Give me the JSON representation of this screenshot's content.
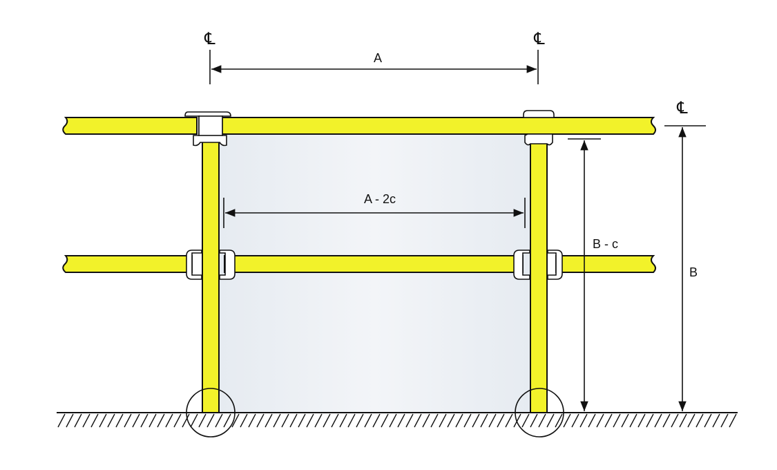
{
  "labels": {
    "a": "A",
    "a_minus_2c": "A - 2c",
    "b_minus_c": "B - c",
    "b": "B",
    "centerline": "℄"
  },
  "colors": {
    "rail": "#f2f22a",
    "panel": "#eef2f6",
    "line": "#111111"
  }
}
